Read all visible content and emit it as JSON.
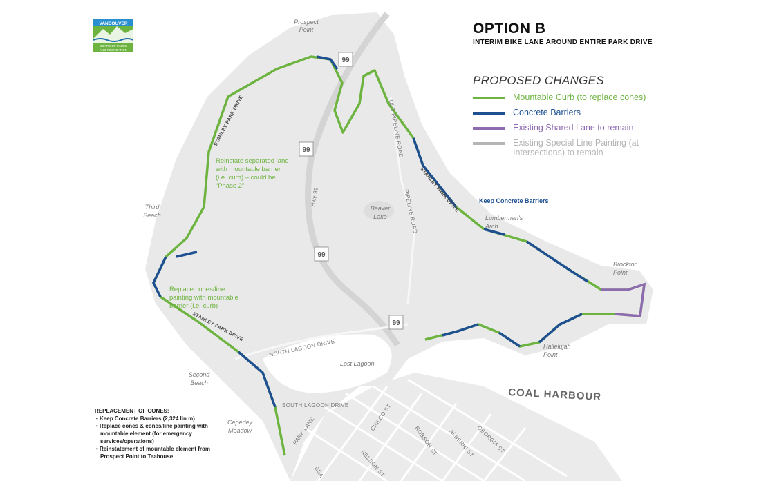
{
  "header": {
    "title": "OPTION B",
    "subtitle": "INTERIM BIKE LANE AROUND ENTIRE PARK DRIVE"
  },
  "logo": {
    "text": "VANCOUVER BOARD OF PARKS AND RECREATION"
  },
  "legend": {
    "heading": "PROPOSED CHANGES",
    "items": [
      {
        "label": "Mountable Curb (to replace cones)",
        "color": "#6db33f"
      },
      {
        "label": "Concrete Barriers",
        "color": "#1d4f91"
      },
      {
        "label": "Existing Shared Lane to remain",
        "color": "#8e6bb0"
      },
      {
        "label": "Existing Special Line Painting (at Intersections) to remain",
        "color": "#b5b5b5"
      }
    ]
  },
  "notes": {
    "reinstate": [
      "Reinstate separated lane",
      "with mountable barrier",
      "(i.e. curb) – could be",
      "“Phase 2”"
    ],
    "replace": [
      "Replace cones/line",
      "painting with mountable",
      "barrier (i.e. curb)"
    ],
    "keep_barriers": "Keep Concrete Barriers"
  },
  "places": {
    "prospect_point": [
      "Prospect",
      "Point"
    ],
    "third_beach": [
      "Third",
      "Beach"
    ],
    "second_beach": [
      "Second",
      "Beach"
    ],
    "ceperley_meadow": [
      "Ceperley",
      "Meadow"
    ],
    "beaver_lake": [
      "Beaver",
      "Lake"
    ],
    "lost_lagoon": "Lost Lagoon",
    "lumbermans_arch": [
      "Lumberman's",
      "Arch"
    ],
    "brockton_point": [
      "Brockton",
      "Point"
    ],
    "hallelujah_point": [
      "Hallelujah",
      "Point"
    ],
    "coal_harbour": "COAL HARBOUR"
  },
  "roads": {
    "stanley_park_drive": "STANLEY PARK DRIVE",
    "hwy99": "Hwy 99",
    "shield": "99",
    "old_pipeline": "OLD PIPELINE ROAD",
    "pipeline": "PIPELINE ROAD",
    "north_lagoon": "NORTH LAGOON DRIVE",
    "south_lagoon": "SOUTH LAGOON DRIVE",
    "park_lane": "PARK LANE",
    "chilco": "CHILCO ST",
    "robson": "ROBSON ST",
    "alberni": "ALBERNI ST",
    "georgia": "GEORGIA ST",
    "nelson": "NELSON ST",
    "beach": "BEA"
  },
  "cones": {
    "heading": "REPLACEMENT OF CONES:",
    "items": [
      "• Keep Concrete Barriers (2,324 lin m)",
      "• Replace cones & cones/line painting with mountable element (for emergency services/operations)",
      "• Reinstatement of mountable element from Prospect Point to Teahouse"
    ]
  }
}
